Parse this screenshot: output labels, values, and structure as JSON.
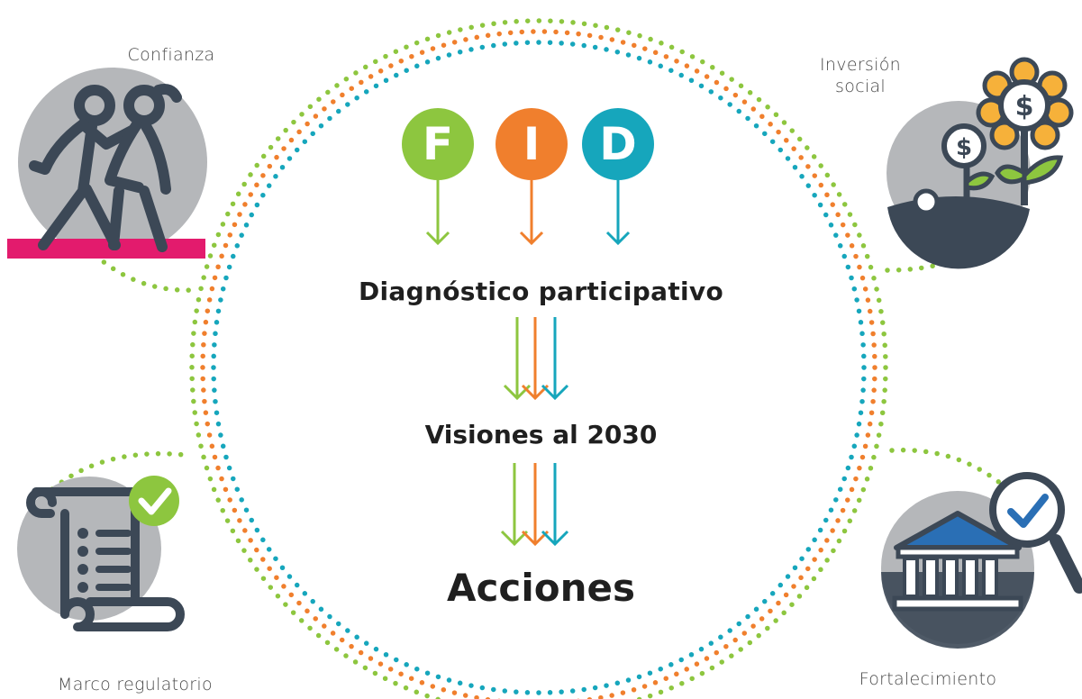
{
  "fid": {
    "letters": [
      "F",
      "I",
      "D"
    ],
    "colors": [
      "#8dc63f",
      "#f07f2d",
      "#16a6bc"
    ]
  },
  "steps": {
    "diagnostico": "Diagnóstico participativo",
    "visiones": "Visiones al 2030",
    "acciones": "Acciones"
  },
  "pillars": {
    "confianza": "Confianza",
    "inversion_line1": "Inversión",
    "inversion_line2": "social",
    "marco": "Marco regulatorio",
    "fortalecimiento": "Fortalecimiento"
  },
  "colors": {
    "green": "#8dc63f",
    "orange": "#f07f2d",
    "teal": "#16a6bc",
    "gray_circle": "#b5b7ba",
    "dark": "#3c4856",
    "magenta": "#e31b6d",
    "blue": "#2a6fb5"
  },
  "icons": [
    "people-walking-icon",
    "money-plants-icon",
    "scroll-checklist-icon",
    "bank-magnifier-icon"
  ]
}
